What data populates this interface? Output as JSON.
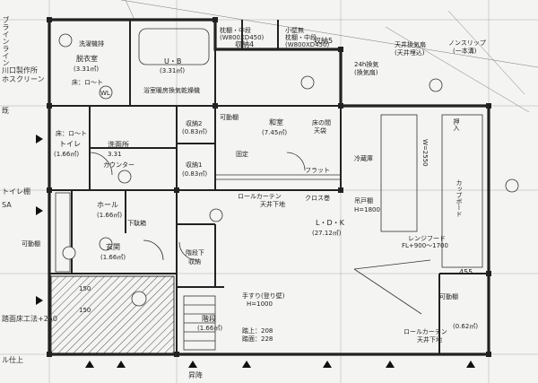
{
  "rooms": {
    "senmen_dryer": "洗濯機排",
    "dressing_name": "脱衣室",
    "dressing_area": "(3.31㎡)",
    "dressing_floor": "床：ロ〜ト",
    "ub_name": "U・B",
    "ub_area": "(3.31㎡)",
    "bath_dryer": "浴室暖房換気乾燥機",
    "toilet_floor": "床：ロ〜ト",
    "toilet_name": "トイレ",
    "toilet_area": "(1.66㎡)",
    "washroom_name": "洗面所",
    "washroom_area": "3.31",
    "counter": "カウンター",
    "storage4": "収納4",
    "storage4_top": "枕棚・中段",
    "storage4_sub": "(W800XD450)",
    "storage5": "収納5",
    "storage5_top": "小壁無",
    "storage5_top2": "枕棚・中段",
    "storage5_sub": "(W800XD450)",
    "storage2_name": "収納2",
    "storage2_area": "(0.83㎡)",
    "storage1_name": "収納1",
    "storage1_area": "(0.83㎡)",
    "washitsu_name": "和室",
    "washitsu_area": "(7.45㎡)",
    "tatami": "床の間",
    "tatami2": "天袋",
    "flat": "フラット",
    "roll_curtain": "ロールカーテン",
    "ceiling_base": "天井下地",
    "cross_tatami": "クロス巻",
    "ldk_name": "L・D・K",
    "ldk_area": "(27.12㎡)",
    "hall_name": "ホール",
    "hall_area": "(1.66㎡)",
    "entrance_name": "玄関",
    "entrance_area": "(1.66㎡)",
    "shoebox": "下駄箱",
    "stair_storage": "階段下",
    "stair_storage2": "収納",
    "stair_name": "階段",
    "stair_area": "(1.66㎡)",
    "stair_pole": "手すり(登り壁)",
    "stair_h": "H=1000",
    "stair_rise": "踏上：208",
    "stair_tread": "踏面：228",
    "kitchen_desk": "吊戸棚",
    "kitchen_h": "H=1800",
    "fridge": "冷蔵庫",
    "cupboard": "カップボード",
    "cupboard_w": "W=2550",
    "cupboard_fl": "FL+900〜1700",
    "range_hood": "レンジフード",
    "vent": "天井換気扇",
    "vent2": "(天井埋込)",
    "nonslip": "ノンスリップ",
    "nonslip2": "(一本溝)",
    "dim_455": "455",
    "dim_150a": "150",
    "dim_150b": "150",
    "movable_shelf": "可動棚",
    "movable_shelf2": "可動棚",
    "movable_shelf3": "可動棚",
    "roll_curtain2": "ロールカーテン",
    "ceiling_base2": "天井下地",
    "closet_area": "(0.62㎡)",
    "heater": "24h換気",
    "heater2": "(換気扇)",
    "fixed": "固定",
    "wic": "押入",
    "wl": "WL"
  },
  "side": {
    "line_label": "ブラインライン",
    "kawaguchi": "川口製作所",
    "hoseline": "ホスクリーン",
    "left_mark1": "既",
    "toilet_shelf": "トイレ棚",
    "sasa": "SA",
    "handrail_label": "ル仕上",
    "bottom_note": "踏面床工法+250",
    "w455": "455",
    "lower": "昇降"
  }
}
